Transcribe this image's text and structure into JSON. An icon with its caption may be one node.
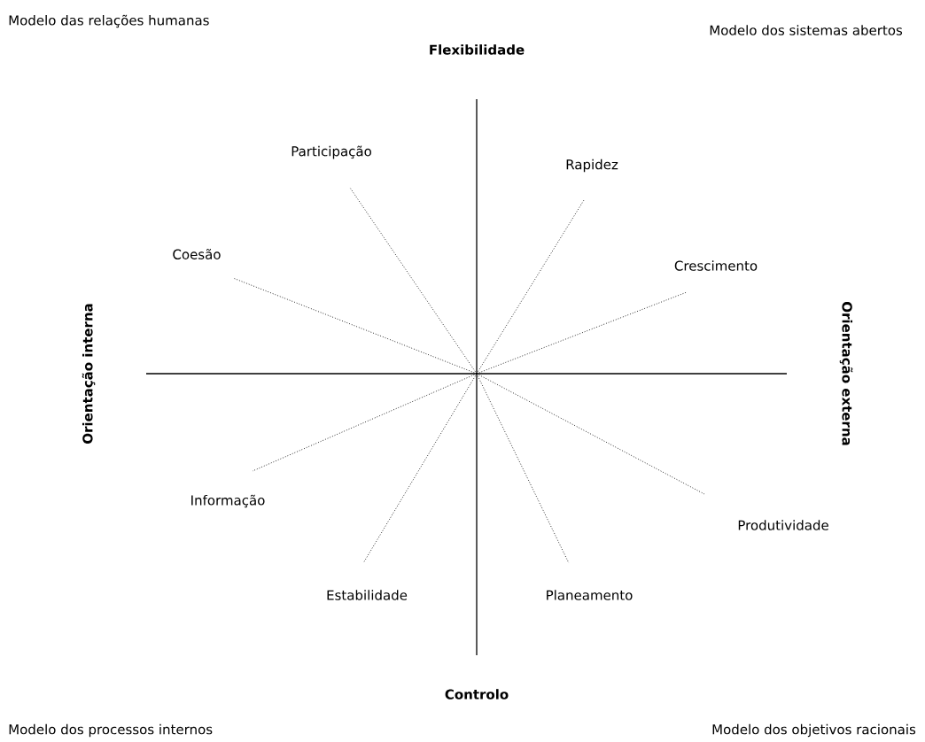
{
  "diagram": {
    "nodes": [
      {
        "text": [
          "Participação"
        ]
      },
      {
        "text": [
          "Rapidez"
        ]
      },
      {
        "text": [
          "Coesão"
        ]
      },
      {
        "text": [
          "Crescimento"
        ]
      },
      {
        "text": [
          "Informação"
        ]
      },
      {
        "text": [
          "Produtividade"
        ]
      },
      {
        "text": [
          "Estabilidade"
        ]
      },
      {
        "text": [
          "Planeamento"
        ]
      }
    ],
    "edges": [
      {
        "from": null,
        "to": 0,
        "arrow": "none"
      },
      {
        "from": null,
        "to": 1,
        "arrow": "none"
      },
      {
        "from": null,
        "to": 2,
        "arrow": "none"
      },
      {
        "from": null,
        "to": 3,
        "arrow": "none"
      },
      {
        "from": null,
        "to": 4,
        "arrow": "none"
      },
      {
        "from": null,
        "to": 5,
        "arrow": "none"
      },
      {
        "from": null,
        "to": 6,
        "arrow": "none"
      },
      {
        "from": null,
        "to": 7,
        "arrow": "none"
      }
    ],
    "labels": [
      "Modelo das relações humanas",
      "Flexibilidade",
      "Modelo dos sistemas abertos",
      "Orientação interna",
      "Orientação externa",
      "Controlo",
      "Modelo dos processos internos",
      "Modelo dos objetivos racionais"
    ]
  }
}
